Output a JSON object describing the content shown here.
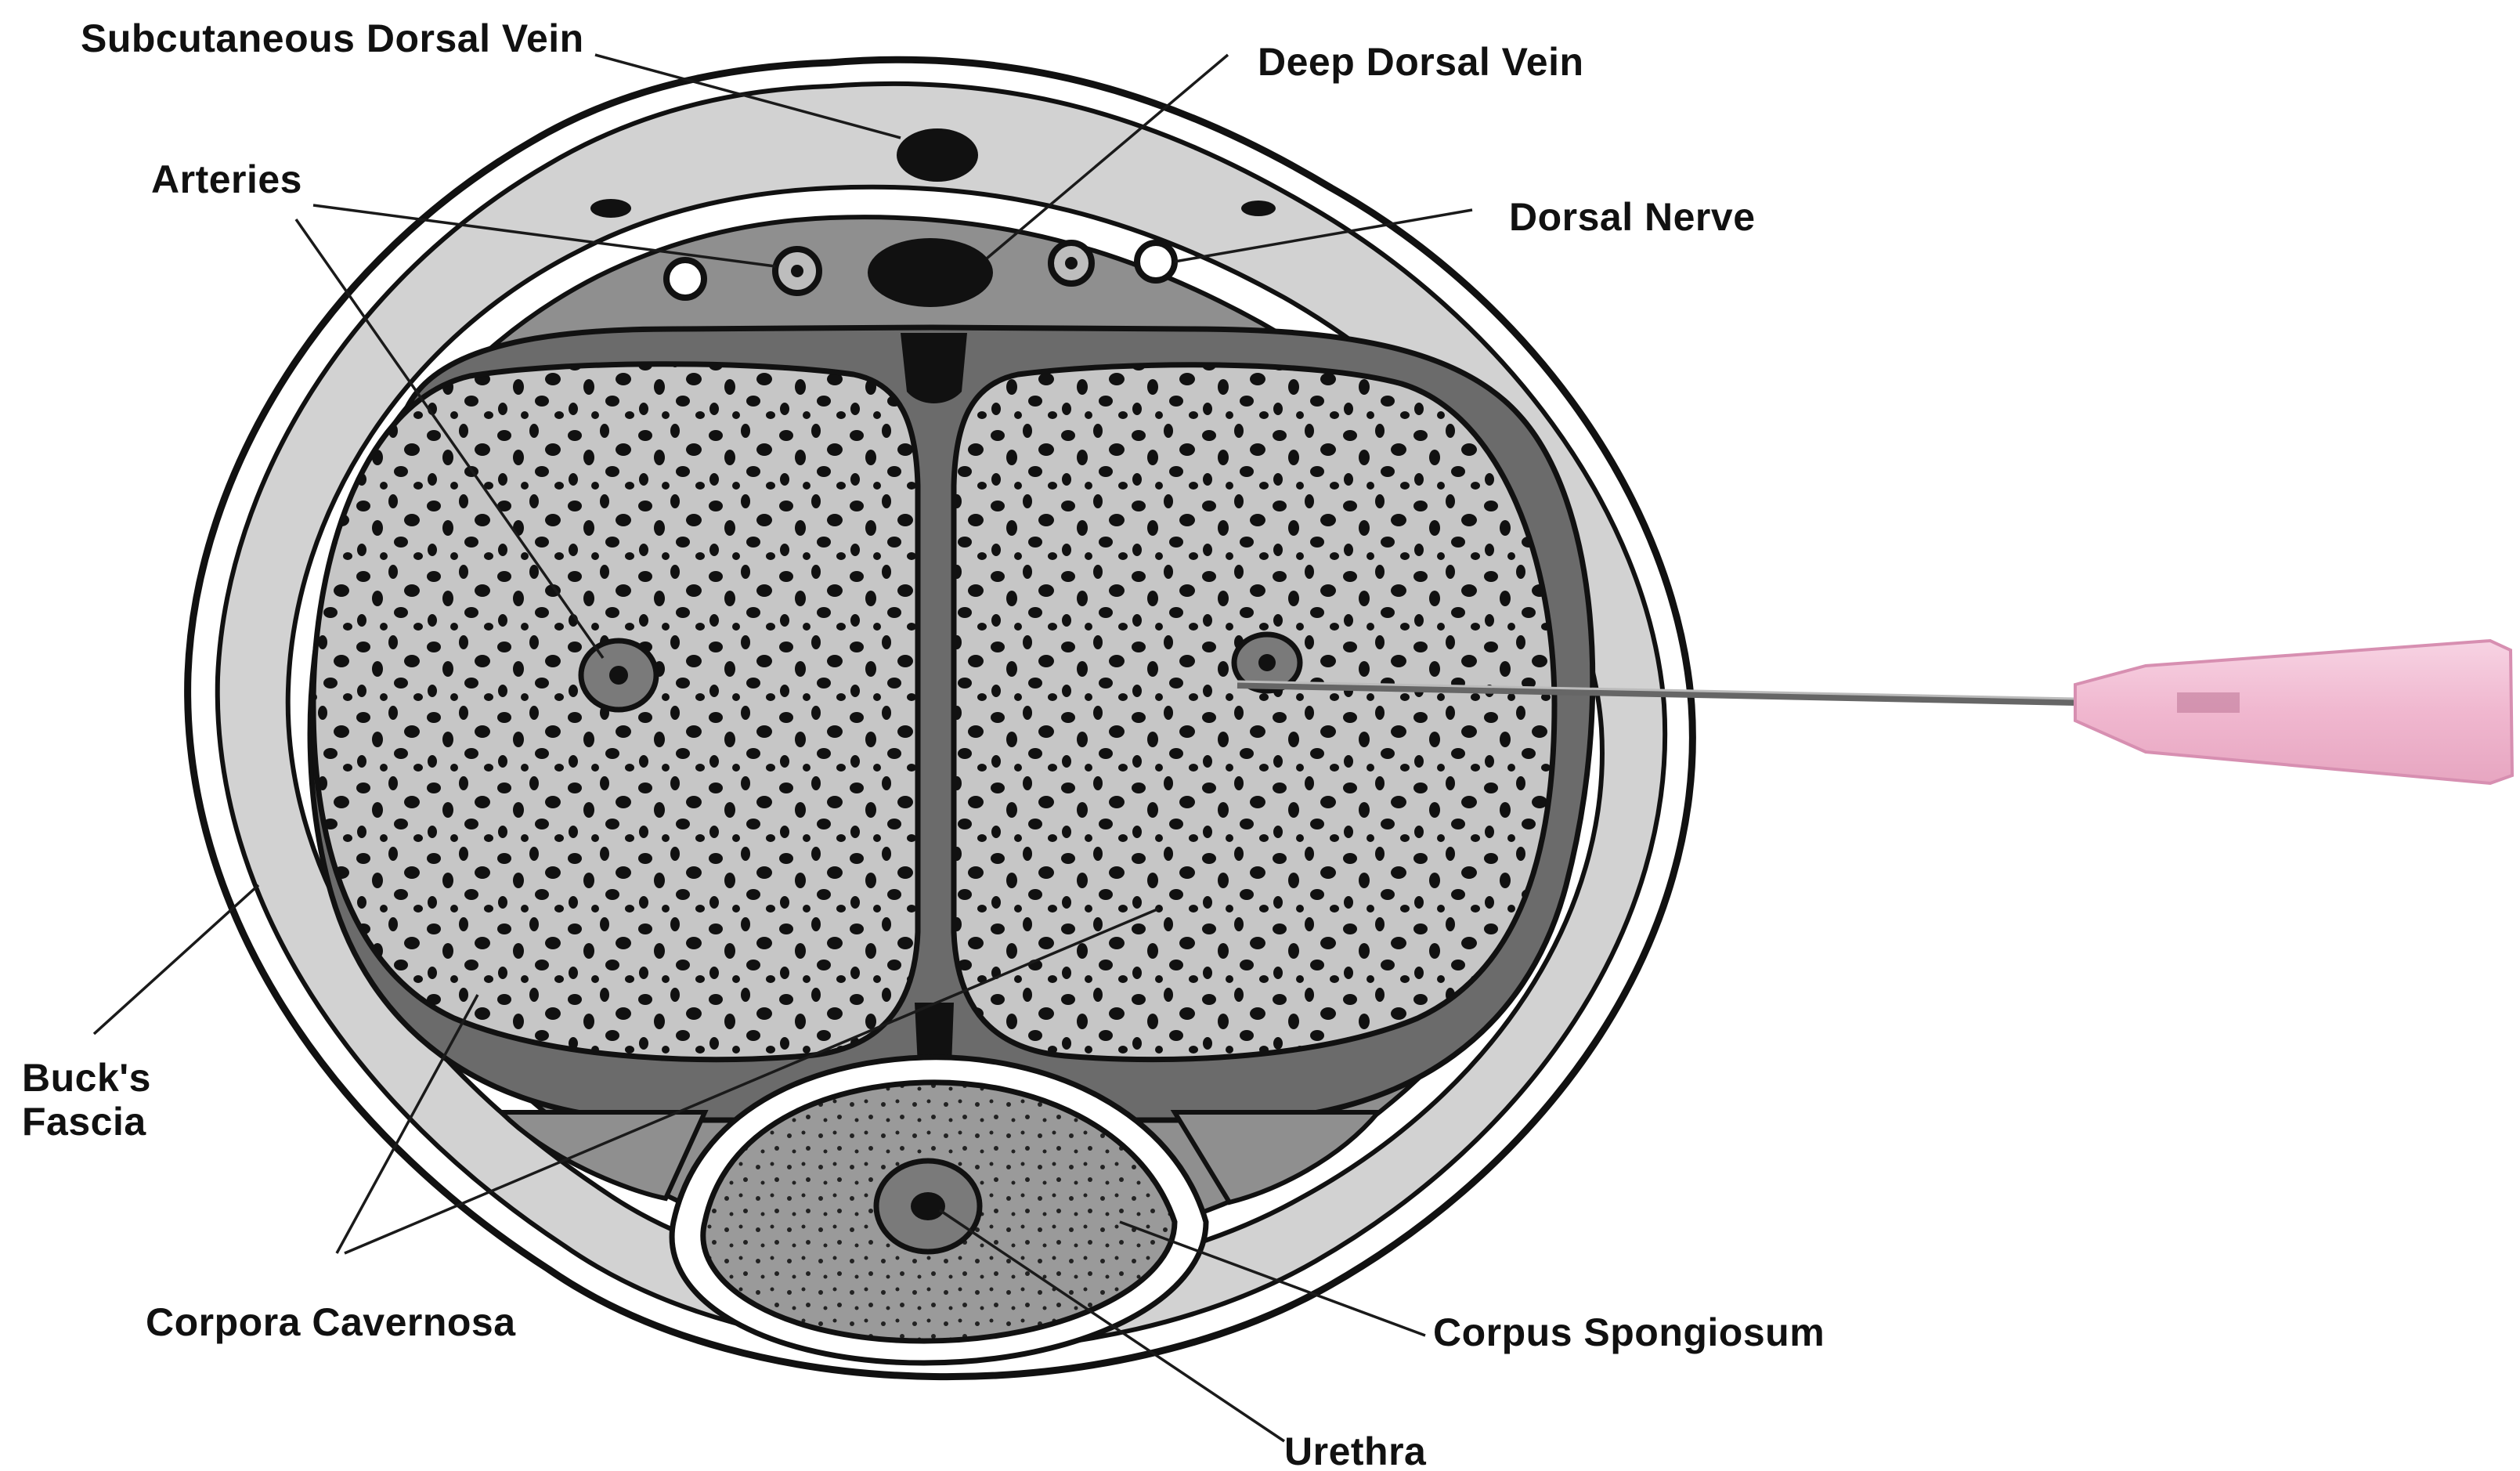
{
  "labels": {
    "subcutaneous_dorsal_vein": "Subcutaneous Dorsal Vein",
    "deep_dorsal_vein": "Deep Dorsal Vein",
    "arteries": "Arteries",
    "dorsal_nerve": "Dorsal Nerve",
    "bucks_fascia_line1": "Buck's",
    "bucks_fascia_line2": "Fascia",
    "corpora_cavernosa": "Corpora Cavernosa",
    "corpus_spongiosum": "Corpus Spongiosum",
    "urethra": "Urethra"
  },
  "colors": {
    "outline": "#111111",
    "skin_fill": "#d2d2d2",
    "fascia_fill": "#8f8f8f",
    "tunica_fill": "#6b6b6b",
    "sponge_fill": "#c6c6c6",
    "spongiosum_fill": "#9a9a9a",
    "needle_hub": "#f2bfd6",
    "needle_shaft": "#777777"
  }
}
